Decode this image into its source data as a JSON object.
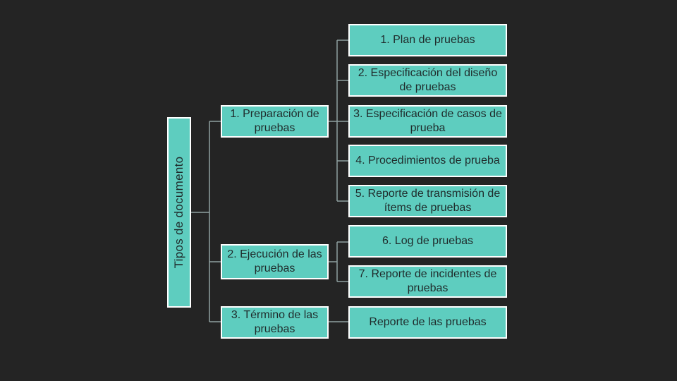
{
  "root": {
    "label": "Tipos de documento"
  },
  "phases": [
    {
      "label": "1. Preparación de pruebas"
    },
    {
      "label": "2. Ejecución de las pruebas"
    },
    {
      "label": "3. Término de las pruebas"
    }
  ],
  "documents": [
    {
      "label": "1. Plan de pruebas"
    },
    {
      "label": "2. Especificación del diseño de pruebas"
    },
    {
      "label": "3. Especificación de casos de prueba"
    },
    {
      "label": "4. Procedimientos de prueba"
    },
    {
      "label": "5. Reporte de transmisión de ítems de pruebas"
    },
    {
      "label": "6. Log de pruebas"
    },
    {
      "label": "7. Reporte de incidentes de pruebas"
    },
    {
      "label": "Reporte de las pruebas"
    }
  ],
  "colors": {
    "box_fill": "#5ecdbf",
    "box_border": "#ffffff",
    "connector": "#8fa0a0",
    "background": "#242424"
  }
}
